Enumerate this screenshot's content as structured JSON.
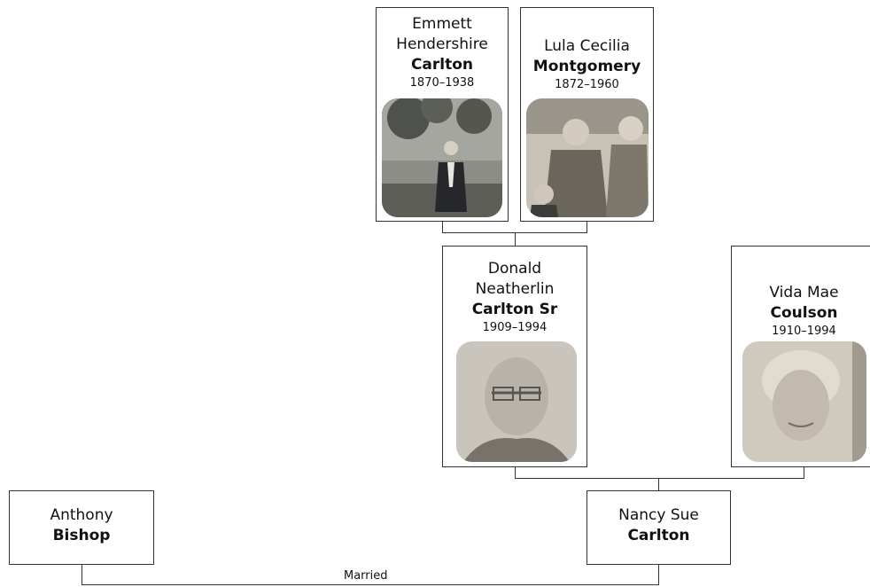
{
  "people": {
    "emmett": {
      "given": "Emmett\nHendershire",
      "surname": "Carlton",
      "dates": "1870–1938",
      "photo": "portrait-photo"
    },
    "lula": {
      "given": "Lula Cecilia",
      "surname": "Montgomery",
      "dates": "1872–1960",
      "photo": "portrait-photo"
    },
    "donald": {
      "given": "Donald\nNeatherlin",
      "surname": "Carlton Sr",
      "dates": "1909–1994",
      "photo": "portrait-photo"
    },
    "vida": {
      "given": "Vida Mae",
      "surname": "Coulson",
      "dates": "1910–1994",
      "photo": "portrait-photo"
    },
    "anthony": {
      "given": "Anthony",
      "surname": "Bishop"
    },
    "nancy": {
      "given": "Nancy Sue",
      "surname": "Carlton"
    }
  },
  "relationships": {
    "married_label": "Married"
  }
}
